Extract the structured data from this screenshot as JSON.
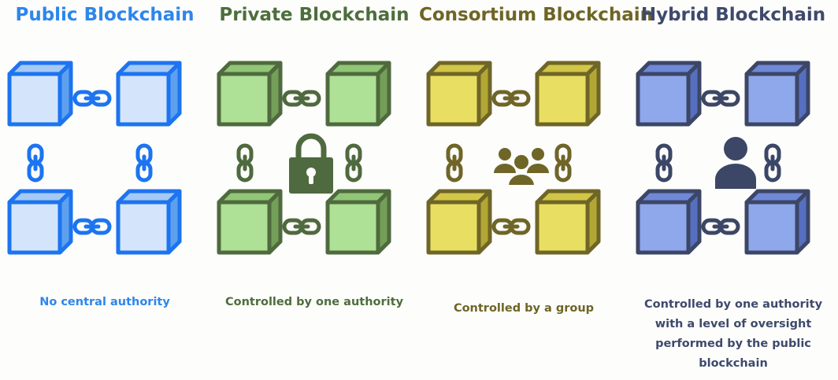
{
  "panels": [
    {
      "title": "Public Blockchain",
      "caption": [
        "No central authority"
      ],
      "colors": {
        "title": "#2d86ec",
        "stroke": "#1c74f0",
        "front": "#d4e5fb",
        "top": "#a6c9f5",
        "side": "#5ea0ee",
        "icon": "#1c74f0"
      },
      "icon": "none-icon"
    },
    {
      "title": "Private Blockchain",
      "caption": [
        "Controlled by one authority"
      ],
      "colors": {
        "title": "#4d6e3c",
        "stroke": "#4f6a3e",
        "front": "#aee095",
        "top": "#91c676",
        "side": "#739f58",
        "icon": "#4f6a3e"
      },
      "icon": "padlock-icon"
    },
    {
      "title": "Consortium Blockchain",
      "caption": [
        "Controlled by a group"
      ],
      "colors": {
        "title": "#6e6525",
        "stroke": "#6f6527",
        "front": "#e8df62",
        "top": "#d1c647",
        "side": "#b2a635",
        "icon": "#6f6527"
      },
      "icon": "group-icon"
    },
    {
      "title": "Hybrid Blockchain",
      "caption": [
        "Controlled by one authority",
        "with a level of oversight",
        "performed by the public",
        "blockchain"
      ],
      "colors": {
        "title": "#3e4a6c",
        "stroke": "#3c4666",
        "front": "#8fa8ec",
        "top": "#6f88d8",
        "side": "#566fbf",
        "icon": "#3c4666"
      },
      "icon": "person-icon"
    }
  ]
}
